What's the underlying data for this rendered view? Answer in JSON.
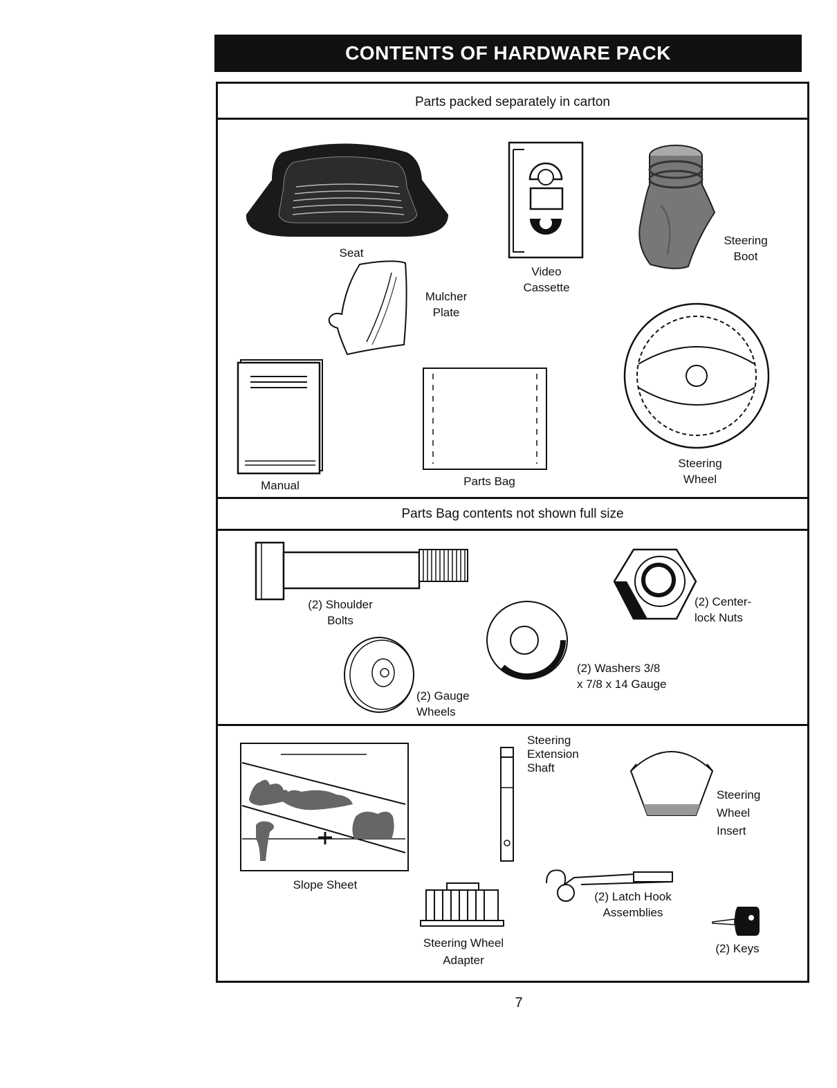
{
  "header": {
    "title": "CONTENTS OF HARDWARE PACK"
  },
  "section1": {
    "heading": "Parts packed separately in carton",
    "items": {
      "seat": "Seat",
      "video": "Video\nCassette",
      "boot": "Steering\nBoot",
      "mulcher": "Mulcher\nPlate",
      "manual": "Manual",
      "bag": "Parts Bag",
      "wheel": "Steering\nWheel"
    }
  },
  "section2": {
    "heading": "Parts Bag contents not shown full size",
    "items": {
      "bolts": "(2) Shoulder\nBolts",
      "nuts": "(2) Center-\nlock Nuts",
      "washers": "(2) Washers  3/8\nx 7/8 x 14 Gauge",
      "gauge_wheels": "(2) Gauge\nWheels"
    }
  },
  "section3": {
    "items": {
      "slope": "Slope Sheet",
      "shaft": "Steering\nExtension\nShaft",
      "insert": "Steering\nWheel\nInsert",
      "latch": "(2) Latch Hook\nAssemblies",
      "keys": "(2) Keys",
      "adapter": "Steering Wheel\nAdapter"
    }
  },
  "footer": {
    "page_number": "7"
  }
}
